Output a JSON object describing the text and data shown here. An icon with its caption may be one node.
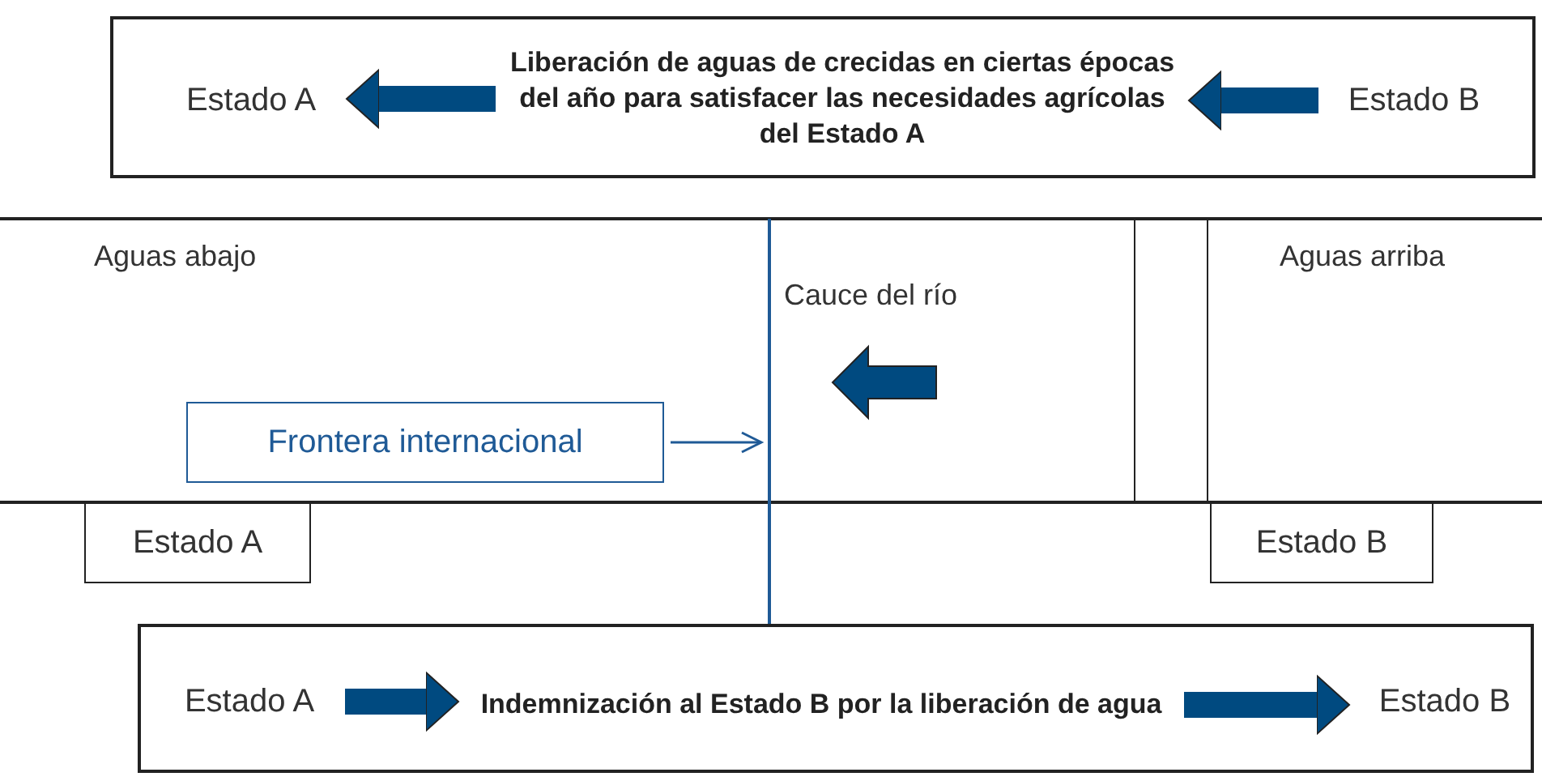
{
  "diagram": {
    "nodes": [
      {
        "text": [],
        "shape": "box"
      },
      {
        "text": [
          "Estado A"
        ],
        "in": 0
      },
      {
        "text": [
          "Liberación de aguas de crecidas en ciertas épocas del año para satisfacer las necesidades agrícolas del Estado A"
        ],
        "in": 0
      },
      {
        "text": [
          "Estado B"
        ],
        "in": 0
      },
      {
        "text": [
          "Frontera internacional"
        ]
      },
      {
        "text": [],
        "shape": "line"
      },
      {
        "text": [
          "Estado A"
        ]
      },
      {
        "text": [
          "Estado B"
        ]
      },
      {
        "text": [],
        "shape": "box"
      },
      {
        "text": [
          "Estado A"
        ],
        "in": 8
      },
      {
        "text": [
          "Indemnización al Estado B por la liberación de agua"
        ],
        "in": 8
      },
      {
        "text": [
          "Estado B"
        ],
        "in": 8
      },
      {
        "text": [],
        "shape": "box"
      }
    ],
    "edges": [
      {
        "from": 2,
        "to": 1,
        "arrow": "to"
      },
      {
        "from": 3,
        "to": 2,
        "arrow": "to"
      },
      {
        "from": 4,
        "to": 5,
        "arrow": "to",
        "color": "#1f5a96"
      },
      {
        "from": 9,
        "to": 10,
        "arrow": "to"
      },
      {
        "from": 10,
        "to": 11,
        "arrow": "to"
      }
    ],
    "labels": [
      "Aguas abajo",
      "Cauce del río",
      "Aguas arriba"
    ]
  }
}
